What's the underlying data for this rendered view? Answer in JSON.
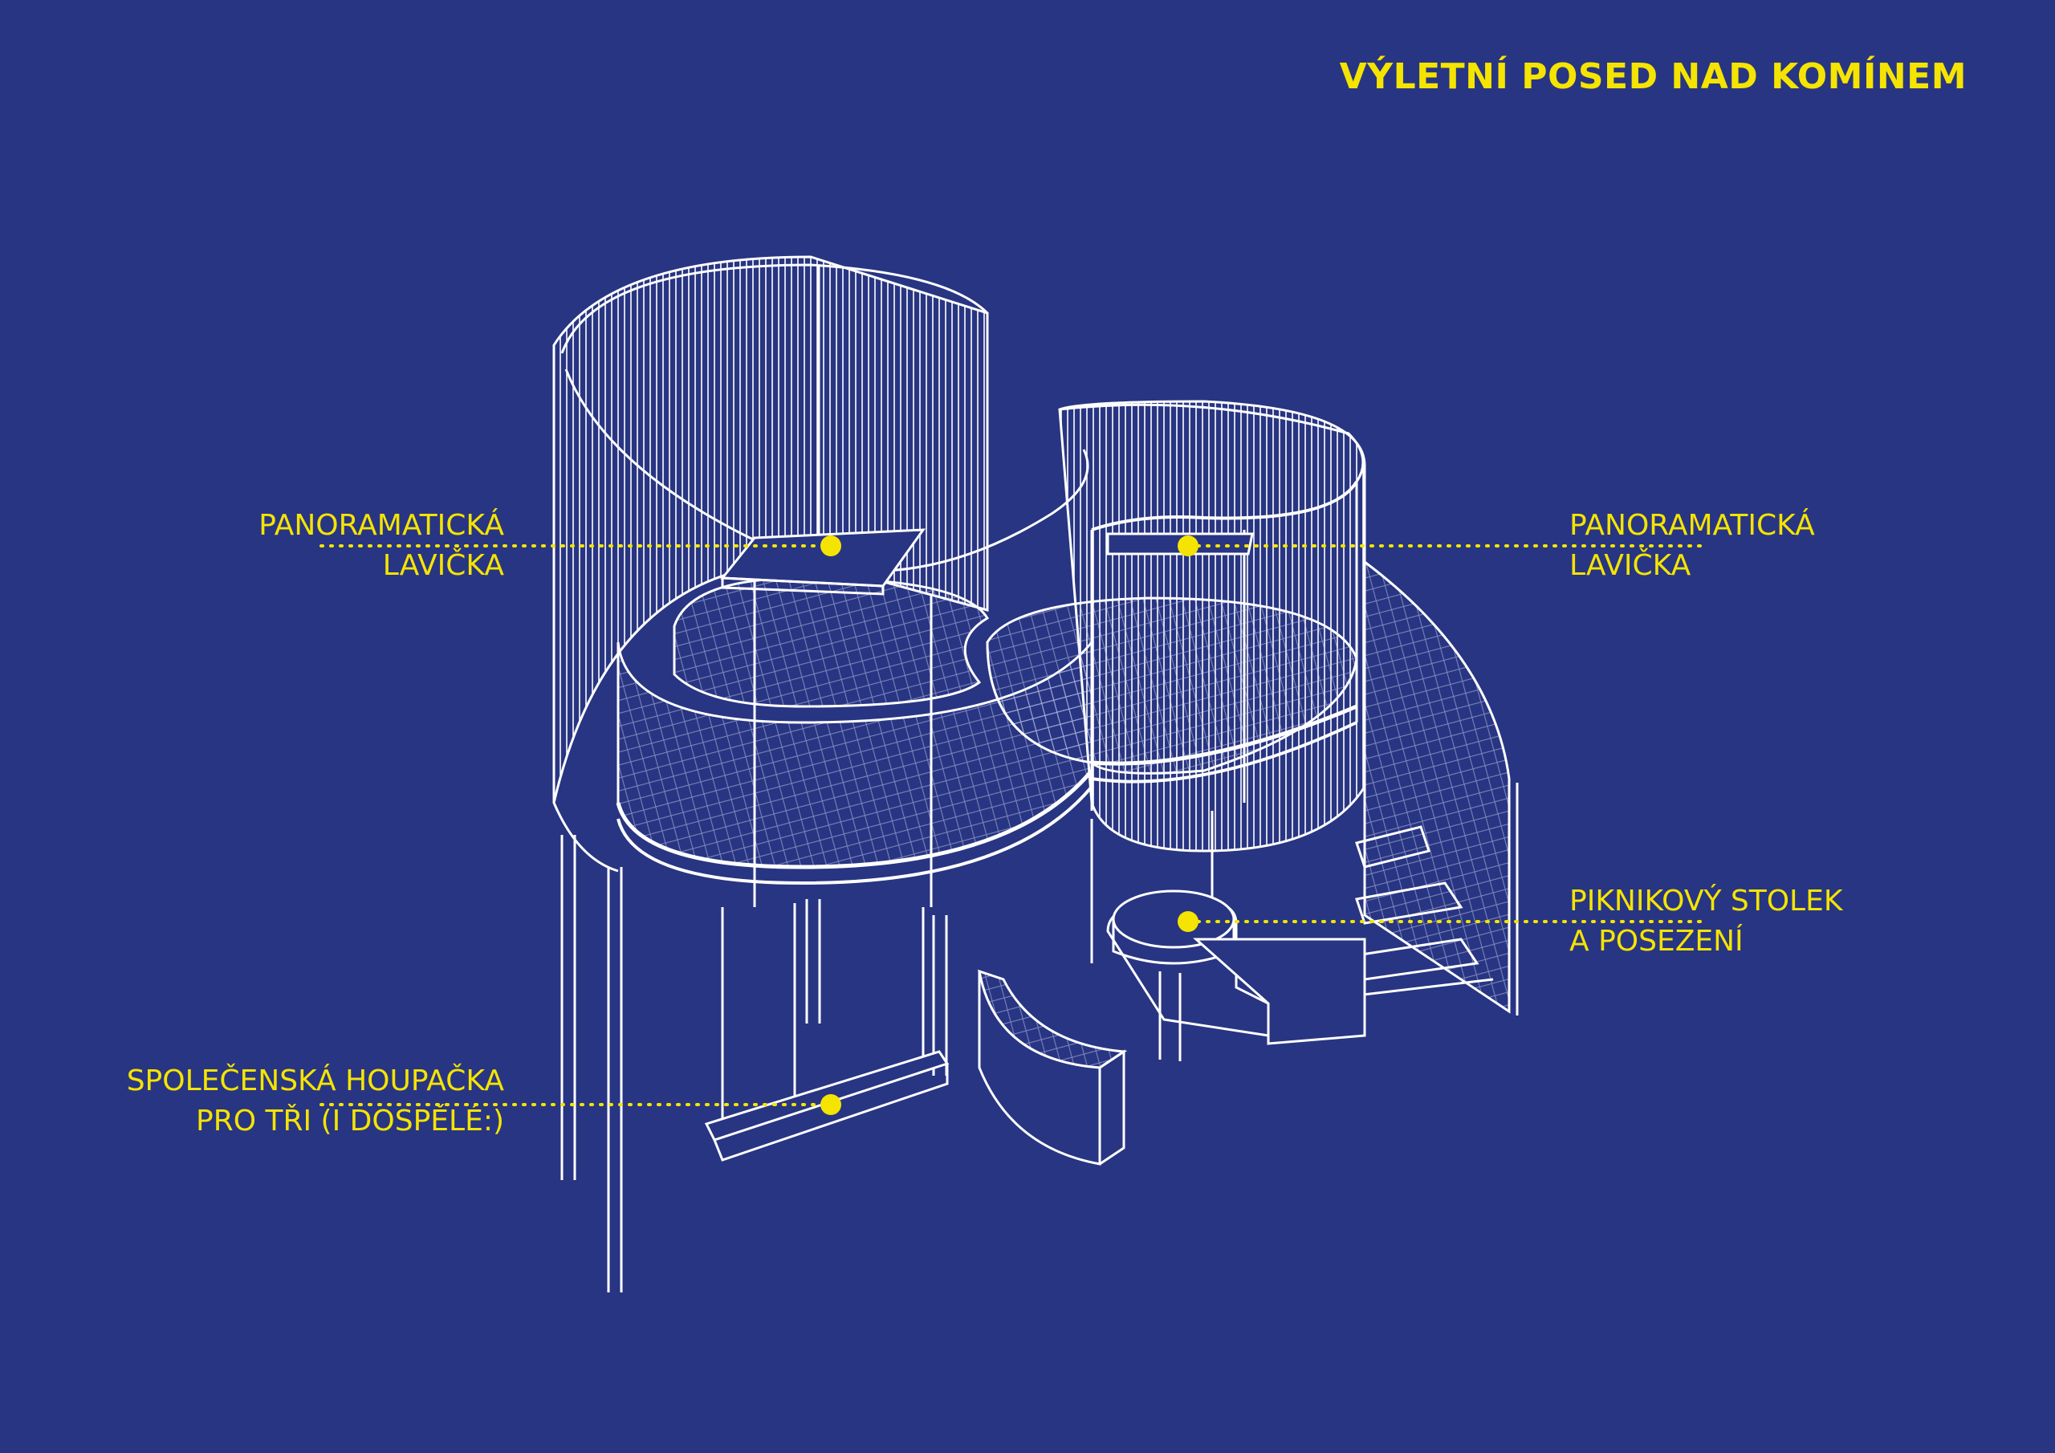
{
  "colors": {
    "background": "#283582",
    "accent": "#f5e400",
    "linework": "#ffffff"
  },
  "title": "VÝLETNÍ POSED NAD KOMÍNEM",
  "callouts": [
    {
      "id": "bench-left",
      "lines": [
        "PANORAMATICKÁ",
        "LAVIČKA"
      ]
    },
    {
      "id": "bench-right",
      "lines": [
        "PANORAMATICKÁ",
        "LAVIČKA"
      ]
    },
    {
      "id": "picnic",
      "lines": [
        "PIKNIKOVÝ STOLEK",
        "A POSEZENÍ"
      ]
    },
    {
      "id": "swing",
      "lines": [
        "SPOLEČENSKÁ HOUPAČKA",
        "PRO TŘI (I DOSPĚLÉ:)"
      ]
    }
  ]
}
